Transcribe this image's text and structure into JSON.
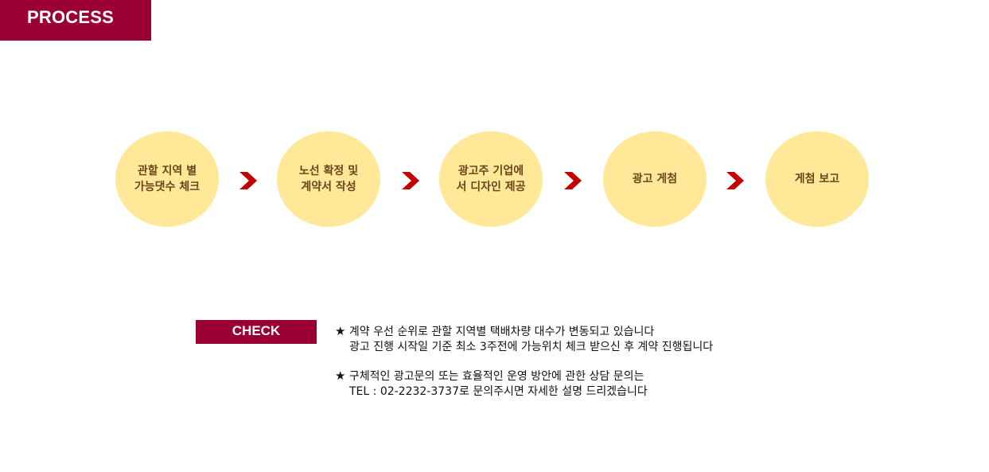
{
  "header": {
    "title": "PROCESS"
  },
  "colors": {
    "brand": "#9b0035",
    "step_fill": "#ffe999",
    "step_text": "#6b4419",
    "arrow": "#c40000"
  },
  "steps": [
    {
      "label": "관할 지역 별\n가능댓수 체크"
    },
    {
      "label": "노선 확정 및\n계약서 작성"
    },
    {
      "label": "광고주 기업에\n서 디자인 제공"
    },
    {
      "label": "광고 게첨"
    },
    {
      "label": "게첨 보고"
    }
  ],
  "check": {
    "badge": "CHECK",
    "notes": [
      {
        "star": "★",
        "line1": "계약 우선 순위로 관할 지역별 택배차량 대수가 변동되고 있습니다",
        "line2": "광고 진행 시작일 기준 최소 3주전에 가능위치 체크 받으신 후 계약 진행됩니다"
      },
      {
        "star": "★",
        "line1": "구체적인 광고문의 또는 효율적인 운영 방안에 관한 상담 문의는",
        "line2": "TEL : 02-2232-3737로 문의주시면 자세한 설명 드리겠습니다"
      }
    ]
  }
}
